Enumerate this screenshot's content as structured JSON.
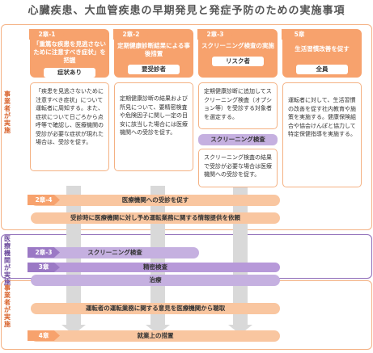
{
  "title": "心臓疾患、大血管疾患の早期発見と発症予防のための実施事項",
  "sections": {
    "employer_top": "事業者が実施",
    "medical": "医療機関が実施",
    "employer_bottom": "事業者が実施"
  },
  "columns": [
    {
      "tag": "2章-1",
      "heading": "「重篤な疾患を見逃さないために注意すべき症状」を把握",
      "badge": "症状あり",
      "body": "「疾患を見逃さないために注意すべき症状」について運転者に周知する。また、症状について日ごろから点呼等で確認し、医療機関の受診が必要な症状が現れた場合は、受診を促す。"
    },
    {
      "tag": "2章-2",
      "heading": "定期健康診断結果による事後措置",
      "badge": "要受診者",
      "body": "定期健康診断の結果および所見について、要精密検査や危険因子に関し一定の目安に該当した場合には医療機関への受診を促す。"
    },
    {
      "tag": "2章-3",
      "heading": "スクリーニング検査の実施",
      "badge": "リスク者",
      "body": "定期健康診断に追加してスクリーニング検査（オプション等）を受診する対象者を選定する。",
      "middle": "スクリーニング検査",
      "body2": "スクリーニング検査の結果で受診が必要な場合は医療機関への受診を促す。"
    },
    {
      "tag": "5章",
      "heading": "生活習慣改善を促す",
      "badge": "全員",
      "body": "運転者に対して、生活習慣の改善を促す社内教育や施策を実施する。健康保険組合や協会けんぽと協力して特定保健指導を実施する。"
    }
  ],
  "rows": {
    "r24_tag": "2章-4",
    "r24_a": "医療機関への受診を促す",
    "r24_b": "受診時に医療機関に対し予め運転業務に関する情報提供を依頼",
    "r23_tag": "2章-3",
    "r23": "スクリーニング検査",
    "r3_tag": "3章",
    "r3_a": "精密検査",
    "r3_b": "治療",
    "r4_tag": "4章",
    "r4_a": "運転者の運転業務に関する意見を医療機関から聴取",
    "r4_b": "就業上の措置"
  }
}
